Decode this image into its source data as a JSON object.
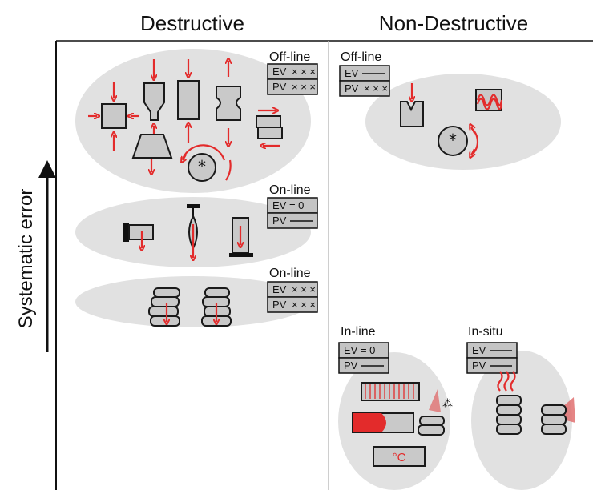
{
  "header": {
    "destructive": "Destructive",
    "non_destructive": "Non-Destructive"
  },
  "y_axis": {
    "label": "Systematic error"
  },
  "groups": {
    "destructive_offline": {
      "label": "Off-line",
      "ev": "EV",
      "pv": "PV"
    },
    "destructive_online1": {
      "label": "On-line",
      "ev": "EV = 0",
      "pv": "PV"
    },
    "destructive_online2": {
      "label": "On-line",
      "ev": "EV",
      "pv": "PV"
    },
    "nondestructive_offline": {
      "label": "Off-line",
      "ev": "EV",
      "pv": "PV"
    },
    "nondestructive_inline": {
      "label": "In-line",
      "ev": "EV = 0",
      "pv": "PV"
    },
    "nondestructive_insitu": {
      "label": "In-situ",
      "ev": "EV",
      "pv": "PV"
    }
  },
  "temperature_unit": "°C",
  "colors": {
    "accent": "#e32b2b",
    "object_fill": "#c9c9c9",
    "group_fill": "#e1e1e1"
  }
}
